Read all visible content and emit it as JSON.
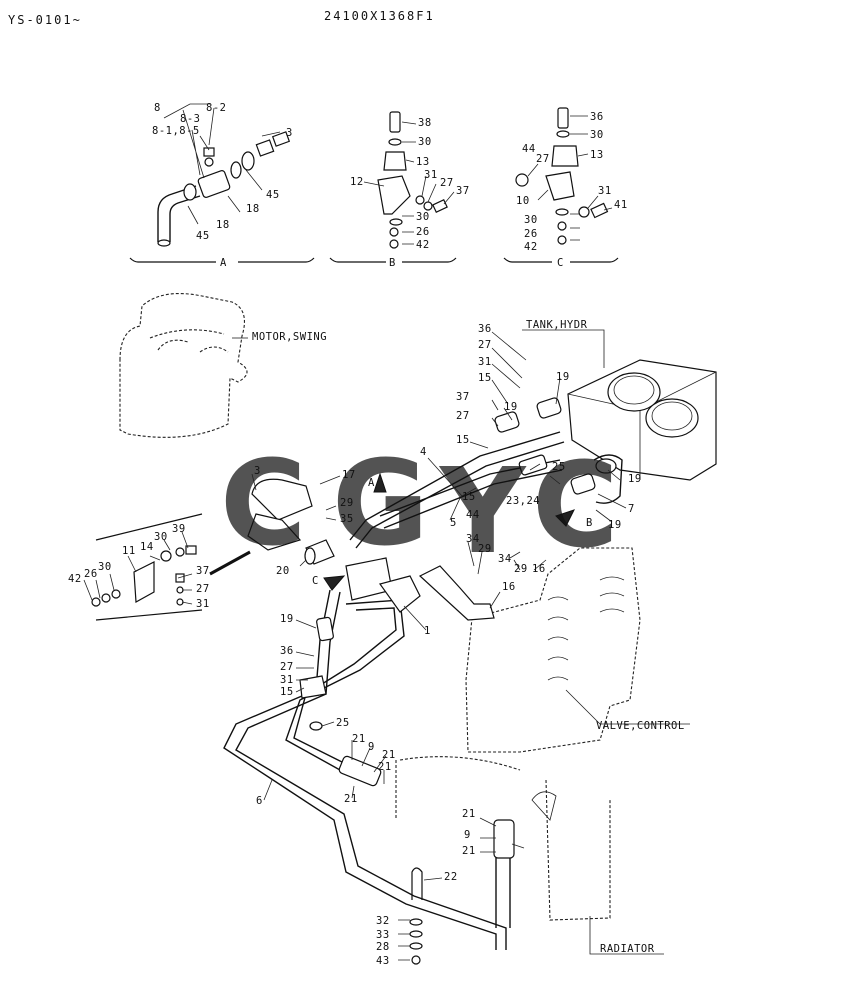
{
  "header": {
    "left_code": "YS-0101~",
    "center_code": "24100X1368F1"
  },
  "detail_views": {
    "A": {
      "letter": "A",
      "labels": [
        "8",
        "8-2",
        "8-3",
        "8-1,8-5",
        "3",
        "45",
        "18",
        "18",
        "45"
      ]
    },
    "B": {
      "letter": "B",
      "labels": [
        "38",
        "30",
        "13",
        "12",
        "31",
        "27",
        "37",
        "30",
        "26",
        "42"
      ]
    },
    "C": {
      "letter": "C",
      "labels": [
        "36",
        "30",
        "13",
        "27",
        "44",
        "10",
        "31",
        "41",
        "30",
        "26",
        "42"
      ]
    }
  },
  "component_names": {
    "motor_swing": "MOTOR,SWING",
    "tank_hydr": "TANK,HYDR",
    "valve_control": "VALVE,CONTROL",
    "radiator": "RADIATOR"
  },
  "view_markers": [
    "A",
    "B",
    "C"
  ],
  "watermark": {
    "text": "CGYC",
    "letters": [
      "C",
      "G",
      "Y",
      "C"
    ],
    "colors": [
      "#3b82f6",
      "#ef4444",
      "#facc15",
      "#16a34a"
    ]
  },
  "main_callouts": {
    "c1": "36",
    "c2": "27",
    "c3": "31",
    "c4": "15",
    "c5": "19",
    "c6": "37",
    "c7": "27",
    "c8": "19",
    "c9": "15",
    "c10": "4",
    "c11": "17",
    "c12": "3",
    "c13": "29",
    "c14": "35",
    "c15": "15",
    "c16": "5",
    "c17": "44",
    "c18": "23,24",
    "c19": "25",
    "c20": "19",
    "c21": "7",
    "c22": "19",
    "c23": "34",
    "c24": "29",
    "c25": "34",
    "c26": "29",
    "c27": "16",
    "c28": "16",
    "c29": "20",
    "c30": "39",
    "c31": "30",
    "c32": "14",
    "c33": "11",
    "c34": "30",
    "c35": "26",
    "c36": "42",
    "c37": "37",
    "c38": "27",
    "c39": "31",
    "c40": "1",
    "c41": "19",
    "c42": "36",
    "c43": "27",
    "c44": "31",
    "c45": "15",
    "c46": "25",
    "c47": "21",
    "c48": "9",
    "c49": "21",
    "c50": "21",
    "c51": "6",
    "c52": "21",
    "c53": "9",
    "c54": "21",
    "c55": "21",
    "c56": "22",
    "c57": "32",
    "c58": "33",
    "c59": "28",
    "c60": "43"
  }
}
